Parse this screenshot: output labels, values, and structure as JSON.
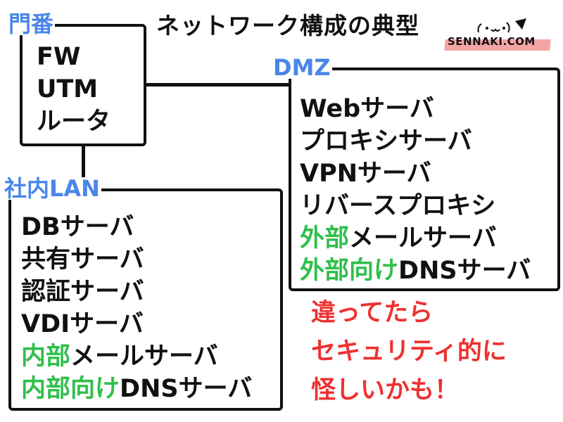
{
  "title": "ネットワーク構成の典型",
  "watermark": "SENNAKI.COM",
  "colors": {
    "label_blue": "#4a86e8",
    "green": "#2fbf4a",
    "red": "#ef3030",
    "line": "#111111"
  },
  "nodes": {
    "gate": {
      "label": "門番",
      "items": [
        "FW",
        "UTM",
        "ルータ"
      ]
    },
    "dmz": {
      "label": "DMZ",
      "items": [
        {
          "prefix": "",
          "text": "Webサーバ"
        },
        {
          "prefix": "",
          "text": "プロキシサーバ"
        },
        {
          "prefix": "",
          "text": "VPNサーバ"
        },
        {
          "prefix": "",
          "text": "リバースプロキシ"
        },
        {
          "prefix": "外部",
          "text": "メールサーバ"
        },
        {
          "prefix": "外部向け",
          "text": "DNSサーバ"
        }
      ]
    },
    "lan": {
      "label": "社内LAN",
      "items": [
        {
          "prefix": "",
          "text": "DBサーバ"
        },
        {
          "prefix": "",
          "text": "共有サーバ"
        },
        {
          "prefix": "",
          "text": "認証サーバ"
        },
        {
          "prefix": "",
          "text": "VDIサーバ"
        },
        {
          "prefix": "内部",
          "text": "メールサーバ"
        },
        {
          "prefix": "内部向け",
          "text": "DNSサーバ"
        }
      ]
    }
  },
  "note": {
    "lines": [
      "違ってたら",
      "セキュリティ的に",
      "怪しいかも！"
    ]
  }
}
